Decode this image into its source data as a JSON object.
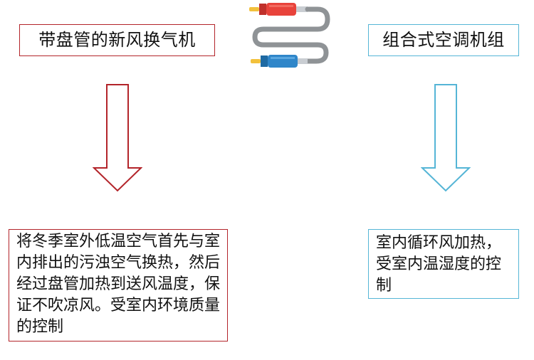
{
  "left": {
    "title": "带盘管的新风换气机",
    "description": "将冬季室外低温空气首先与室内排出的污浊空气换热，然后经过盘管加热到送风温度，保证不吹凉风。受室内环境质量的控制",
    "border_color": "#b3242a"
  },
  "right": {
    "title": "组合式空调机组",
    "description": "室内循环风加热，受室内温湿度的控制",
    "border_color": "#55b5d6"
  },
  "center": {
    "icon": "audio-cable-icon",
    "plug_colors": [
      "#e8433b",
      "#2f86c9"
    ]
  }
}
